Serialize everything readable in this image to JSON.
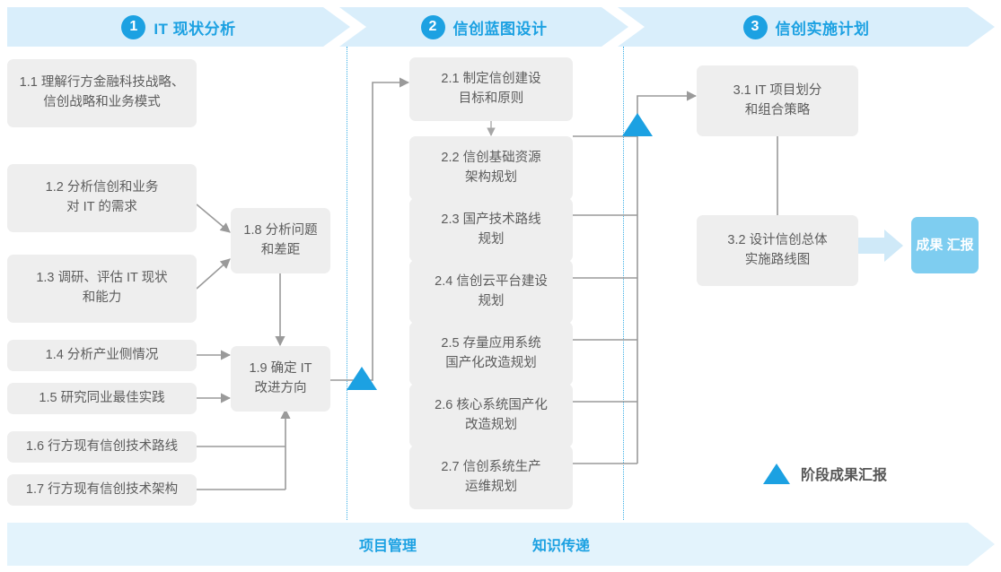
{
  "phases": [
    {
      "num": "1",
      "title": "IT 现状分析"
    },
    {
      "num": "2",
      "title": "信创蓝图设计"
    },
    {
      "num": "3",
      "title": "信创实施计划"
    }
  ],
  "boxes": {
    "p1": [
      {
        "id": "1.1",
        "line1": "1.1 理解行方金融科技战略、",
        "line2": "信创战略和业务模式"
      },
      {
        "id": "1.2",
        "line1": "1.2 分析信创和业务",
        "line2": "对 IT 的需求"
      },
      {
        "id": "1.3",
        "line1": "1.3 调研、评估 IT 现状",
        "line2": "和能力"
      },
      {
        "id": "1.4",
        "line1": "1.4 分析产业侧情况",
        "line2": ""
      },
      {
        "id": "1.5",
        "line1": "1.5 研究同业最佳实践",
        "line2": ""
      },
      {
        "id": "1.6",
        "line1": "1.6 行方现有信创技术路线",
        "line2": ""
      },
      {
        "id": "1.7",
        "line1": "1.7 行方现有信创技术架构",
        "line2": ""
      },
      {
        "id": "1.8",
        "line1": "1.8 分析问题",
        "line2": "和差距"
      },
      {
        "id": "1.9",
        "line1": "1.9 确定 IT",
        "line2": "改进方向"
      }
    ],
    "p2": [
      {
        "id": "2.1",
        "line1": "2.1 制定信创建设",
        "line2": "目标和原则"
      },
      {
        "id": "2.2",
        "line1": "2.2 信创基础资源",
        "line2": "架构规划"
      },
      {
        "id": "2.3",
        "line1": "2.3 国产技术路线",
        "line2": "规划"
      },
      {
        "id": "2.4",
        "line1": "2.4 信创云平台建设",
        "line2": "规划"
      },
      {
        "id": "2.5",
        "line1": "2.5 存量应用系统",
        "line2": "国产化改造规划"
      },
      {
        "id": "2.6",
        "line1": "2.6 核心系统国产化",
        "line2": "改造规划"
      },
      {
        "id": "2.7",
        "line1": "2.7 信创系统生产",
        "line2": "运维规划"
      }
    ],
    "p3": [
      {
        "id": "3.1",
        "line1": "3.1 IT 项目划分",
        "line2": "和组合策略"
      },
      {
        "id": "3.2",
        "line1": "3.2 设计信创总体",
        "line2": "实施路线图"
      }
    ]
  },
  "result": {
    "line1": "成果",
    "line2": "汇报"
  },
  "legend": {
    "label": "阶段成果汇报"
  },
  "bottom_bar": {
    "labels": [
      "项目管理",
      "知识传递"
    ]
  },
  "colors": {
    "accent": "#1ca1e2",
    "banner": "#d9eefb",
    "bottom_banner": "#e3f3fc",
    "box_fill": "#eeeeee",
    "box_text": "#5c5c5c",
    "result_fill": "#7ecdf0",
    "connector": "#9a9a9a",
    "divider": "#3aafe6"
  }
}
